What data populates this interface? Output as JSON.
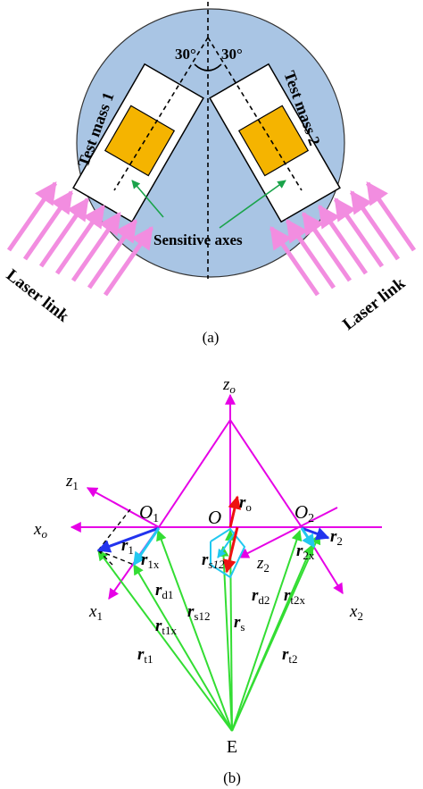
{
  "panel_a": {
    "caption": "(a)",
    "angle_left": "30°",
    "angle_right": "30°",
    "test_mass_1": "Test mass 1",
    "test_mass_2": "Test mass 2",
    "sensitive_axes": "Sensitive axes",
    "laser_link_left": "Laser link",
    "laser_link_right": "Laser link",
    "colors": {
      "disk": "#a9c5e4",
      "mass": "#f5b400",
      "beam": "#f28de0",
      "axis_arrow": "#1aa34a"
    }
  },
  "panel_b": {
    "caption": "(b)",
    "labels": {
      "zo_main": "z",
      "zo_sub": "o",
      "z1_main": "z",
      "z1_sub": "1",
      "xo_main": "x",
      "xo_sub": "o",
      "O1_main": "O",
      "O1_sub": "1",
      "O_main": "O",
      "O2_main": "O",
      "O2_sub": "2",
      "ro_main": "r",
      "ro_sub": "o",
      "r1_main": "r",
      "r1_sub": "1",
      "r1x_main": "r",
      "r1x_sub": "1x",
      "rs12_main": "r",
      "rs12_sub": "s12",
      "z2_main": "z",
      "z2_sub": "2",
      "r2_main": "r",
      "r2_sub": "2",
      "r2x_main": "r",
      "r2x_sub": "2x",
      "rd1_main": "r",
      "rd1_sub": "d1",
      "rd2_main": "r",
      "rd2_sub": "d2",
      "rt2x_main": "r",
      "rt2x_sub": "t2x",
      "x1_main": "x",
      "x1_sub": "1",
      "x2_main": "x",
      "x2_sub": "2",
      "rs12b_main": "r",
      "rs12b_sub": "s12",
      "rt1x_main": "r",
      "rt1x_sub": "t1x",
      "rs_main": "r",
      "rs_sub": "s",
      "rt1_main": "r",
      "rt1_sub": "t1",
      "rt2_main": "r",
      "rt2_sub": "t2",
      "E": "E"
    },
    "colors": {
      "frame": "#e600e6",
      "green": "#33dd33",
      "blue": "#2233ee",
      "cyan": "#22c8f0",
      "red": "#ee1111"
    }
  }
}
